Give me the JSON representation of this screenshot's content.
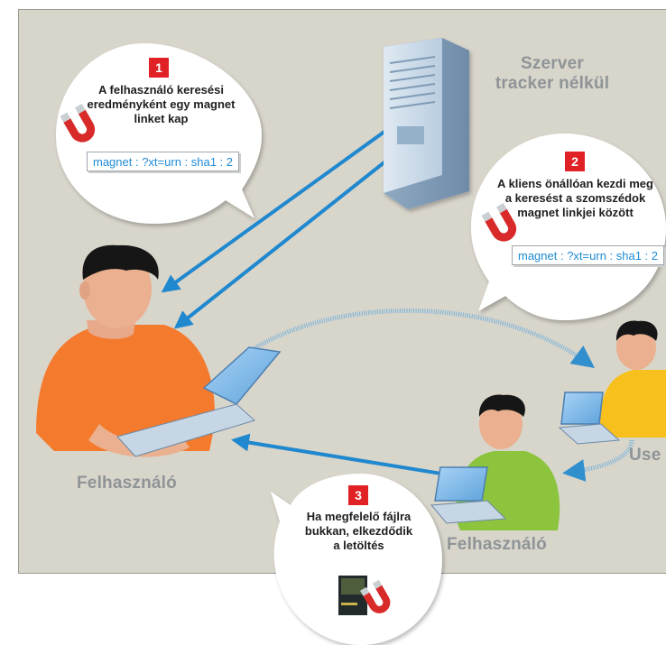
{
  "server_label": [
    "Szerver",
    "tracker nélkül"
  ],
  "callouts": [
    {
      "number": "1",
      "lines": [
        "A felhasználó keresési",
        "eredményként egy magnet",
        "linket kap"
      ],
      "magnet_link": "magnet : ?xt=urn : sha1 : 2"
    },
    {
      "number": "2",
      "lines": [
        "A kliens önállóan kezdi meg",
        "a keresést a szomszédok",
        "magnet linkjei között"
      ],
      "magnet_link": "magnet : ?xt=urn : sha1 : 2"
    },
    {
      "number": "3",
      "lines": [
        "Ha megfelelő fájlra",
        "bukkan, elkezdődik",
        "a letöltés"
      ]
    }
  ],
  "user_labels": {
    "main": "Felhasználó",
    "middle": "Felhasználó",
    "right": "Use"
  },
  "colors": {
    "background": "#d8d5cb",
    "arrow": "#1f88cf",
    "number_badge": "#e02226",
    "label_grey": "#8f9497",
    "shirt_orange": "#f47a2e",
    "shirt_green": "#8cc43d",
    "shirt_yellow": "#f7c01c"
  }
}
